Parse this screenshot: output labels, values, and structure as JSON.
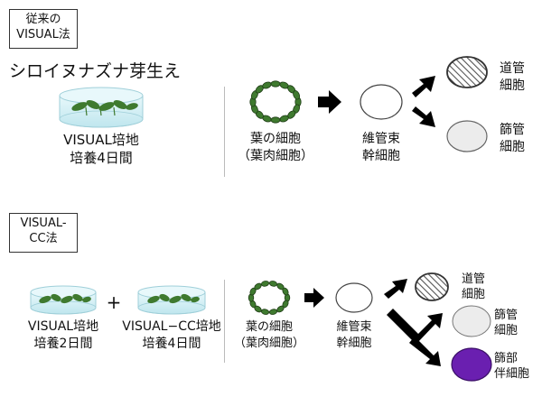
{
  "section_top": {
    "method_label_line1": "従来の",
    "method_label_line2": "VISUAL法",
    "plant_name": "シロイヌナズナ芽生え",
    "culture_line1": "VISUAL培地",
    "culture_line2": "培養4日間",
    "leaf_cell_line1": "葉の細胞",
    "leaf_cell_line2": "（葉肉細胞）",
    "stem_cell_line1": "維管束",
    "stem_cell_line2": "幹細胞",
    "xylem_line1": "道管",
    "xylem_line2": "細胞",
    "phloem_line1": "篩管",
    "phloem_line2": "細胞"
  },
  "section_bottom": {
    "method_label_line1": "VISUAL-",
    "method_label_line2": "CC法",
    "plus_sign": "+",
    "culture1_line1": "VISUAL培地",
    "culture1_line2": "培養2日間",
    "culture2_line1": "VISUAL−CC培地",
    "culture2_line2": "培養4日間",
    "leaf_cell_line1": "葉の細胞",
    "leaf_cell_line2": "（葉肉細胞）",
    "stem_cell_line1": "維管束",
    "stem_cell_line2": "幹細胞",
    "xylem_line1": "道管",
    "xylem_line2": "細胞",
    "phloem_line1": "篩管",
    "phloem_line2": "細胞",
    "companion_line1": "篩部",
    "companion_line2": "伴細胞"
  },
  "colors": {
    "leaf_green": "#3f7a2f",
    "dish_blue": "#cfeef5",
    "companion_purple": "#6a1fb0",
    "phloem_gray": "#ececec",
    "arrow_black": "#000000"
  }
}
